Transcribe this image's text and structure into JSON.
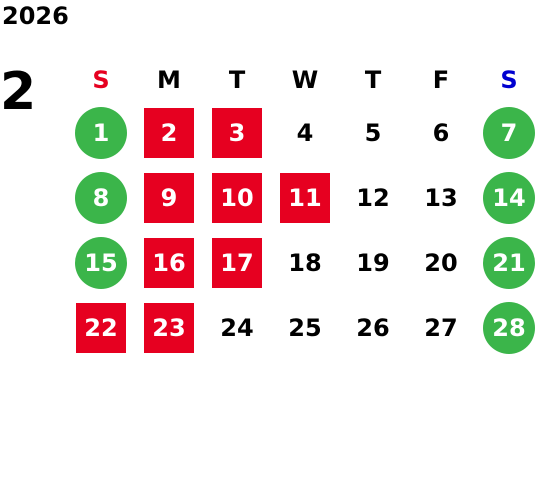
{
  "calendar": {
    "year": "2026",
    "month": "2",
    "weekdays": [
      {
        "label": "S",
        "color": "#e60020"
      },
      {
        "label": "M",
        "color": "#000000"
      },
      {
        "label": "T",
        "color": "#000000"
      },
      {
        "label": "W",
        "color": "#000000"
      },
      {
        "label": "T",
        "color": "#000000"
      },
      {
        "label": "F",
        "color": "#000000"
      },
      {
        "label": "S",
        "color": "#0000d0"
      }
    ],
    "legend_colors": {
      "green": "#3bb54a",
      "red": "#e60020"
    },
    "weeks": [
      [
        {
          "day": "1",
          "style": "green"
        },
        {
          "day": "2",
          "style": "red"
        },
        {
          "day": "3",
          "style": "red"
        },
        {
          "day": "4",
          "style": "plain"
        },
        {
          "day": "5",
          "style": "plain"
        },
        {
          "day": "6",
          "style": "plain"
        },
        {
          "day": "7",
          "style": "green"
        }
      ],
      [
        {
          "day": "8",
          "style": "green"
        },
        {
          "day": "9",
          "style": "red"
        },
        {
          "day": "10",
          "style": "red"
        },
        {
          "day": "11",
          "style": "red"
        },
        {
          "day": "12",
          "style": "plain"
        },
        {
          "day": "13",
          "style": "plain"
        },
        {
          "day": "14",
          "style": "green"
        }
      ],
      [
        {
          "day": "15",
          "style": "green"
        },
        {
          "day": "16",
          "style": "red"
        },
        {
          "day": "17",
          "style": "red"
        },
        {
          "day": "18",
          "style": "plain"
        },
        {
          "day": "19",
          "style": "plain"
        },
        {
          "day": "20",
          "style": "plain"
        },
        {
          "day": "21",
          "style": "green"
        }
      ],
      [
        {
          "day": "22",
          "style": "red"
        },
        {
          "day": "23",
          "style": "red"
        },
        {
          "day": "24",
          "style": "plain"
        },
        {
          "day": "25",
          "style": "plain"
        },
        {
          "day": "26",
          "style": "plain"
        },
        {
          "day": "27",
          "style": "plain"
        },
        {
          "day": "28",
          "style": "green"
        }
      ]
    ]
  }
}
